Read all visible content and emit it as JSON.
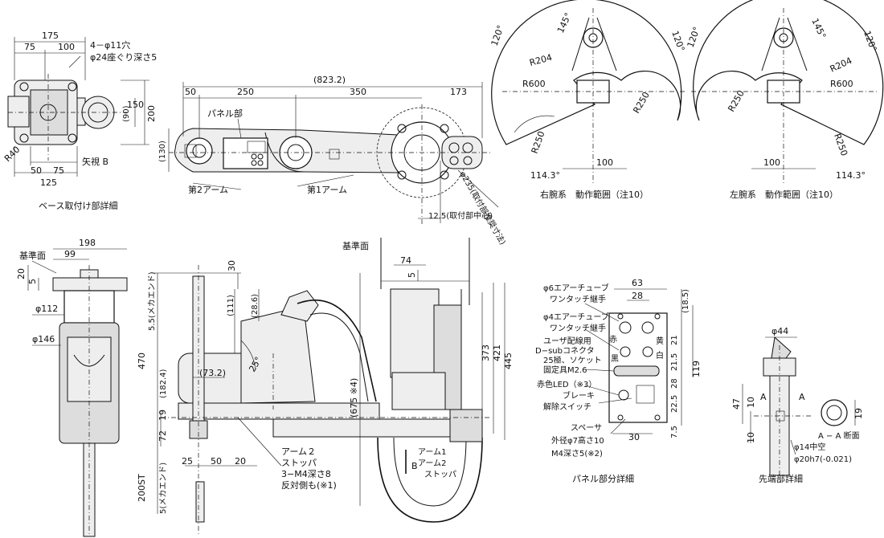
{
  "base_detail": {
    "d175": "175",
    "d75": "75",
    "d100": "100",
    "note1": "4－φ11穴",
    "note2": "φ24座ぐり深さ5",
    "d90": "(90)",
    "d150": "150",
    "d200": "200",
    "r40": "R40",
    "d50": "50",
    "d75b": "75",
    "d125": "125",
    "view_b": "矢視 B",
    "caption": "ベース取付け部詳細"
  },
  "top_view": {
    "d823": "(823.2)",
    "d50": "50",
    "d250": "250",
    "d350": "350",
    "d173": "173",
    "panel": "パネル部",
    "d130": "(130)",
    "arm2": "第2アーム",
    "arm1": "第1アーム",
    "mount_dia": "φ235(取付部推奨寸法)",
    "d125": "12.5(取付部中心)"
  },
  "right_range": {
    "a120l": "120°",
    "a145": "145°",
    "a120r": "120°",
    "r204": "R204",
    "r600": "R600",
    "r250a": "R250",
    "r250b": "R250",
    "a114": "114.3°",
    "d100": "100",
    "caption": "右腕系　動作範囲（注10）"
  },
  "left_range": {
    "a120l": "120°",
    "a145": "145°",
    "a120r": "120°",
    "r204": "R204",
    "r600": "R600",
    "r250a": "R250",
    "r250b": "R250",
    "a114": "114.3°",
    "d100": "100",
    "caption": "左腕系　動作範囲（注10）"
  },
  "side_view": {
    "ref_plane": "基準面",
    "d198": "198",
    "d99": "99",
    "d20": "20",
    "d5": "5",
    "d112": "φ112",
    "d146": "φ146",
    "d30": "30",
    "d111": "(111)",
    "d286": "(28.6)",
    "mecha1": "5.5(メカエンド)",
    "d470": "470",
    "d1824": "(182.4)",
    "d732": "(73.2)",
    "a25": "25°",
    "d19": "19",
    "d72": "72",
    "d675": "(675 ※4)",
    "d25": "25",
    "d50": "50",
    "d20b": "20",
    "stroke": "200ST",
    "mecha2": "5(メカエンド)",
    "ref_plane2": "基準面",
    "d74": "74",
    "d5b": "5",
    "d373": "373",
    "d421": "421",
    "d445": "445",
    "arm2_stop": "アーム２",
    "stopper1": "ストッパ",
    "m4": "3−M4深さ8",
    "opposite": "反対側も(※1)",
    "b_label": "B",
    "arm1_label": "アーム1",
    "arm2_label": "アーム2",
    "stopper2": "ストッパ"
  },
  "panel_detail": {
    "d63": "63",
    "d28": "28",
    "d185": "(18.5)",
    "air6a": "φ6エアーチューブ",
    "air6b": "ワンタッチ継手",
    "air4a": "φ4エアーチューブ",
    "air4b": "ワンタッチ継手",
    "dsub1": "ユーザ配線用",
    "dsub2": "D−subコネクタ",
    "dsub3": "25極、ソケット",
    "dsub4": "固定具M2.6",
    "led": "赤色LED（※3）",
    "brake1": "ブレーキ",
    "brake2": "解除スイッチ",
    "red": "赤",
    "black": "黒",
    "yellow": "黄",
    "white": "白",
    "d21": "21",
    "d215": "21.5",
    "d119": "119",
    "d28b": "28",
    "d225": "22.5",
    "d75": "7.5",
    "spacer1": "スペーサ",
    "spacer2": "外径φ7高さ10",
    "spacer3": "M4深さ5(※2)",
    "d30": "30",
    "caption": "パネル部分詳細"
  },
  "tip_detail": {
    "d44": "φ44",
    "a": "A",
    "a2": "A",
    "section": "A − A 断面",
    "d47": "47",
    "d10": "10",
    "d10b": "10",
    "d19": "19",
    "hollow": "φ14中空",
    "fit": "φ20h7(-0.021)",
    "caption": "先端部詳細"
  }
}
